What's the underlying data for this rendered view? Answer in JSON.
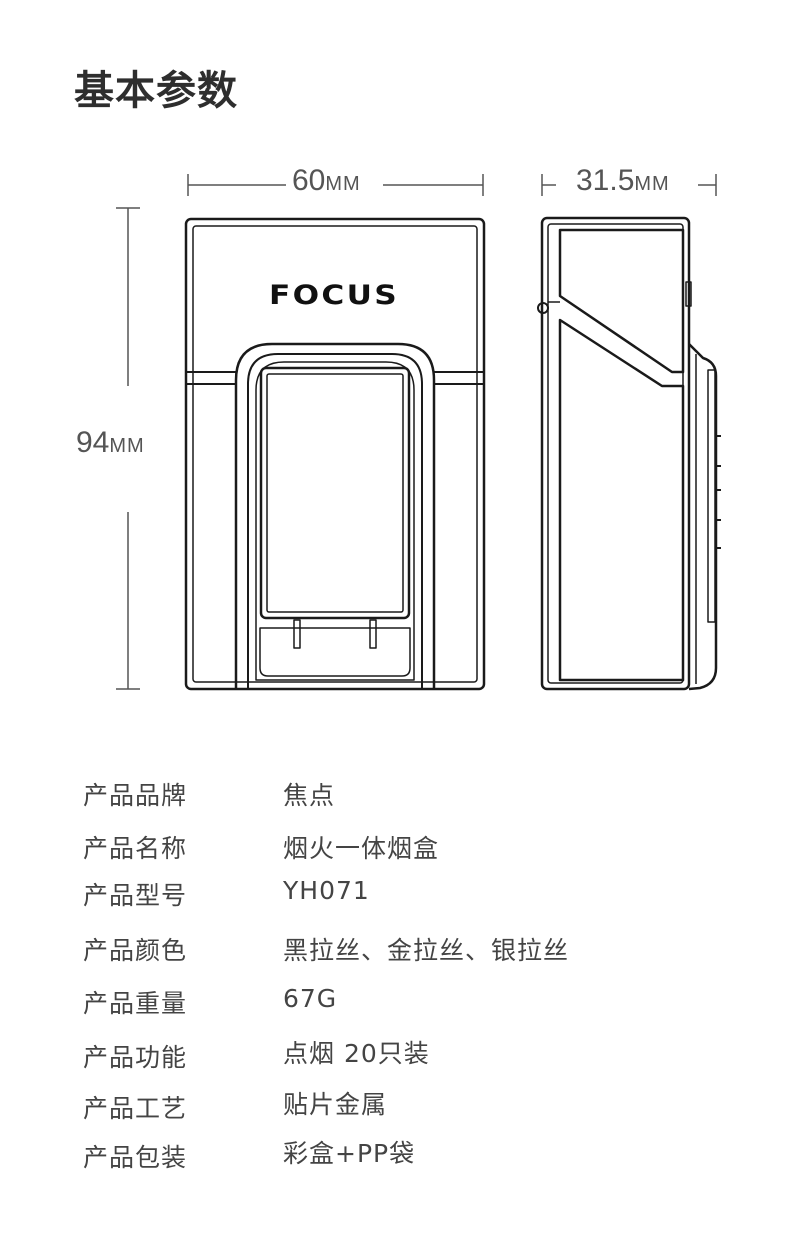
{
  "heading": "基本参数",
  "dimensions": {
    "width_value": "60",
    "depth_value": "31.5",
    "height_value": "94",
    "unit": "MM"
  },
  "logo_text": "FOCUS",
  "specs": [
    {
      "label": "产品品牌",
      "value": "焦点"
    },
    {
      "label": "产品名称",
      "value": "烟火一体烟盒"
    },
    {
      "label": "产品型号",
      "value": "YH071"
    },
    {
      "label": "产品颜色",
      "value": "黑拉丝、金拉丝、银拉丝"
    },
    {
      "label": "产品重量",
      "value": "67G"
    },
    {
      "label": "产品功能",
      "value": "点烟  20只装"
    },
    {
      "label": "产品工艺",
      "value": "贴片金属"
    },
    {
      "label": "产品包装",
      "value": "彩盒+PP袋"
    }
  ],
  "colors": {
    "line": "#1a1a1a",
    "dimension_line": "#555555",
    "text": "#444444"
  }
}
